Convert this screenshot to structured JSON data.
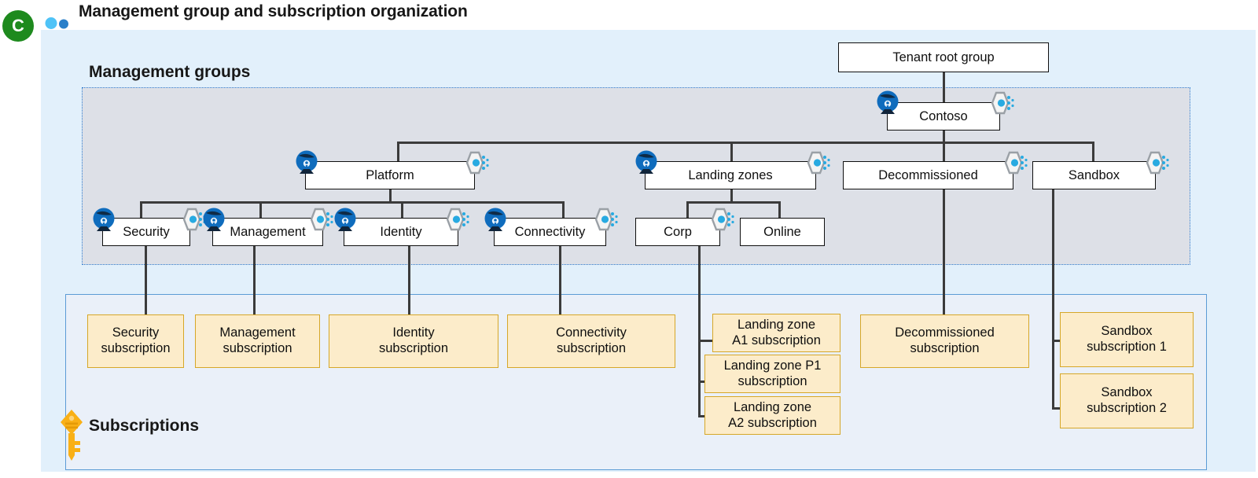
{
  "header": {
    "title": "Management group and subscription organization",
    "badge_letter": "C",
    "badge_color": "#1e8a1e",
    "people_icon": "people-icon"
  },
  "sections": {
    "management_groups_label": "Management groups",
    "subscriptions_label": "Subscriptions",
    "key_icon": "key-icon"
  },
  "colors": {
    "outer_panel": "#e2f0fb",
    "mg_container_fill": "#dde0e7",
    "mg_container_border": "#2f7dd1",
    "subs_container_fill": "#eaf0f9",
    "subs_container_border": "#5b9bd5",
    "mg_box_fill": "#ffffff",
    "mg_box_border": "#0f0f0f",
    "sub_box_fill": "#fcecca",
    "sub_box_border": "#d6a728",
    "connector": "#3b3b3b",
    "policy_icon_blue": "#0f6cbd",
    "hex_icon_gray": "#9aa0a6",
    "hex_icon_blue": "#28aae1"
  },
  "management_groups": [
    {
      "id": "tenant-root-group",
      "label": "Tenant root group",
      "icons": []
    },
    {
      "id": "contoso",
      "label": "Contoso",
      "icons": [
        "policy-icon",
        "hex-icon"
      ]
    },
    {
      "id": "platform",
      "label": "Platform",
      "icons": [
        "policy-icon",
        "hex-icon"
      ]
    },
    {
      "id": "landing-zones",
      "label": "Landing zones",
      "icons": [
        "policy-icon",
        "hex-icon"
      ]
    },
    {
      "id": "decommissioned",
      "label": "Decommissioned",
      "icons": [
        "hex-icon"
      ]
    },
    {
      "id": "sandbox",
      "label": "Sandbox",
      "icons": [
        "hex-icon"
      ]
    },
    {
      "id": "security",
      "label": "Security",
      "icons": [
        "policy-icon",
        "hex-icon"
      ]
    },
    {
      "id": "management",
      "label": "Management",
      "icons": [
        "policy-icon",
        "hex-icon"
      ]
    },
    {
      "id": "identity",
      "label": "Identity",
      "icons": [
        "policy-icon",
        "hex-icon"
      ]
    },
    {
      "id": "connectivity",
      "label": "Connectivity",
      "icons": [
        "policy-icon",
        "hex-icon"
      ]
    },
    {
      "id": "corp",
      "label": "Corp",
      "icons": [
        "hex-icon"
      ]
    },
    {
      "id": "online",
      "label": "Online",
      "icons": []
    }
  ],
  "subscriptions": [
    {
      "id": "security-subscription",
      "line1": "Security",
      "line2": "subscription"
    },
    {
      "id": "management-subscription",
      "line1": "Management",
      "line2": "subscription"
    },
    {
      "id": "identity-subscription",
      "line1": "Identity",
      "line2": "subscription"
    },
    {
      "id": "connectivity-subscription",
      "line1": "Connectivity",
      "line2": "subscription"
    },
    {
      "id": "landing-zone-a1-subscription",
      "line1": "Landing zone",
      "line2": "A1 subscription"
    },
    {
      "id": "landing-zone-p1-subscription",
      "line1": "Landing zone P1",
      "line2": "subscription"
    },
    {
      "id": "landing-zone-a2-subscription",
      "line1": "Landing zone",
      "line2": "A2 subscription"
    },
    {
      "id": "decommissioned-subscription",
      "line1": "Decommissioned",
      "line2": "subscription"
    },
    {
      "id": "sandbox-subscription-1",
      "line1": "Sandbox",
      "line2": "subscription 1"
    },
    {
      "id": "sandbox-subscription-2",
      "line1": "Sandbox",
      "line2": "subscription 2"
    }
  ],
  "hierarchy": {
    "tenant_root_group_children": [
      "Contoso"
    ],
    "contoso_children": [
      "Platform",
      "Landing zones",
      "Decommissioned",
      "Sandbox"
    ],
    "platform_children": [
      "Security",
      "Management",
      "Identity",
      "Connectivity"
    ],
    "landing_zones_children": [
      "Corp",
      "Online"
    ],
    "security_subscriptions": [
      "Security subscription"
    ],
    "management_subscriptions": [
      "Management subscription"
    ],
    "identity_subscriptions": [
      "Identity subscription"
    ],
    "connectivity_subscriptions": [
      "Connectivity subscription"
    ],
    "corp_subscriptions": [
      "Landing zone A1 subscription",
      "Landing zone P1 subscription",
      "Landing zone A2 subscription"
    ],
    "decommissioned_subscriptions": [
      "Decommissioned subscription"
    ],
    "sandbox_subscriptions": [
      "Sandbox subscription 1",
      "Sandbox subscription 2"
    ]
  }
}
